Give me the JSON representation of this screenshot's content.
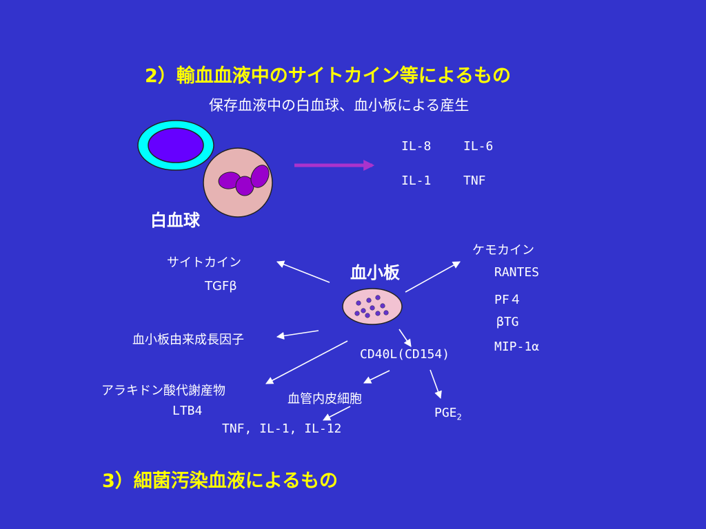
{
  "heading_2": "2）輸血血液中のサイトカイン等によるもの",
  "subheading": "保存血液中の白血球、血小板による産生",
  "wbc_label": "白血球",
  "cytokines_top": {
    "il8": "IL-8",
    "il6": "IL-6",
    "il1": "IL-1",
    "tnf": "TNF"
  },
  "platelet_label": "血小板",
  "cytokine_group": {
    "title": "サイトカイン",
    "item": "TGFβ"
  },
  "growth_factor": "血小板由来成長因子",
  "arachidonic": {
    "title": "アラキドン酸代謝産物",
    "item": "LTB4"
  },
  "cd40l": "CD40L(CD154)",
  "endothelium": "血管内皮細胞",
  "endothelium_products": "TNF, IL-1, IL-12",
  "pge": {
    "base": "PGE",
    "sub": "2"
  },
  "chemokine": {
    "title": "ケモカイン",
    "items": [
      "RANTES",
      "PF４",
      "βTG",
      "MIP-1α"
    ]
  },
  "heading_3": "3）細菌汚染血液によるもの",
  "colors": {
    "background": "#3333cc",
    "title": "#ffff00",
    "wbc_ring": "#00ffff",
    "wbc_nucleus": "#6600ff",
    "rbc_cell": "#e6b3b3",
    "rbc_nucleus": "#9900cc",
    "platelet": "#f2c2d2",
    "granule": "#6633cc",
    "big_arrow": "#aa33cc"
  }
}
